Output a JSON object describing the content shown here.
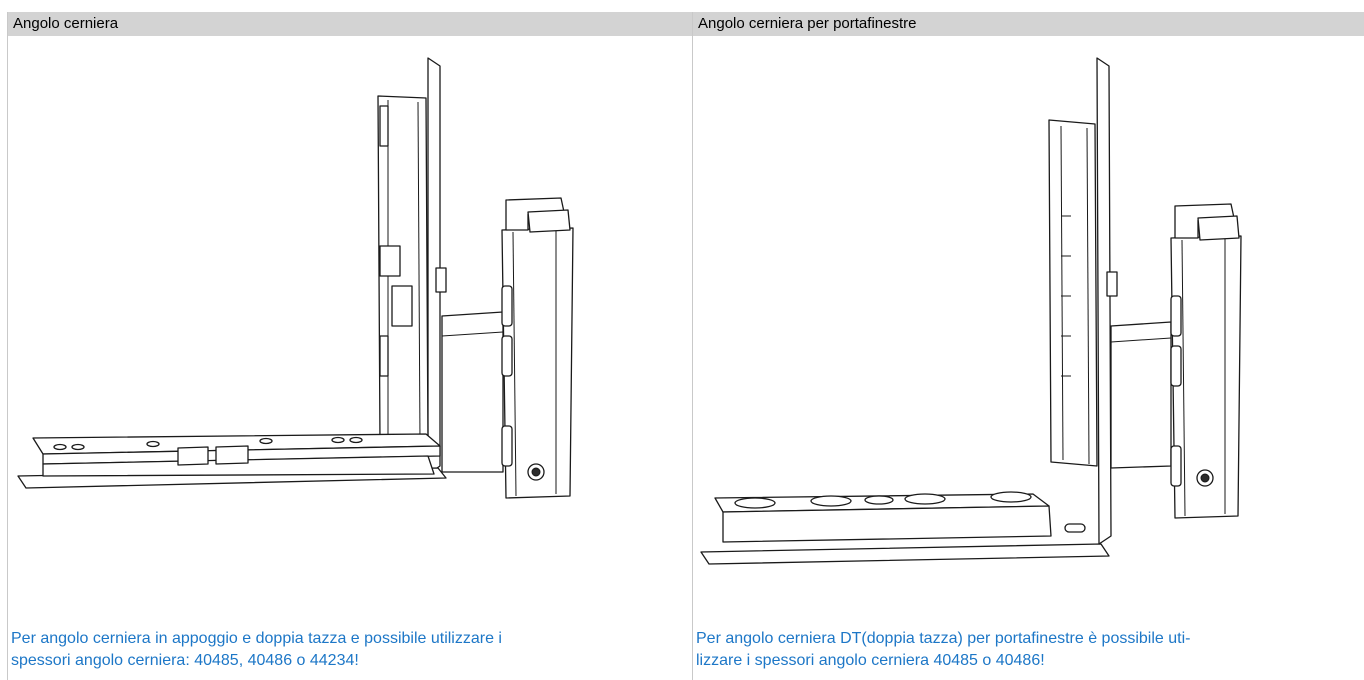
{
  "columns": [
    {
      "header": "Angolo cerniera",
      "caption_lines": [
        "Per angolo cerniera in appoggio e doppia tazza e possibile utilizzare i",
        "spessori angolo cerniera: 40485, 40486 o 44234!"
      ]
    },
    {
      "header": "Angolo cerniera per portafinestre",
      "caption_lines": [
        "Per angolo cerniera DT(doppia tazza) per portafinestre è possibile uti-",
        "lizzare i spessori angolo cerniera 40485 o 40486!"
      ]
    }
  ],
  "colors": {
    "header_bg": "#d3d3d3",
    "caption_text": "#1d77c7",
    "border": "#c9c9c9"
  }
}
